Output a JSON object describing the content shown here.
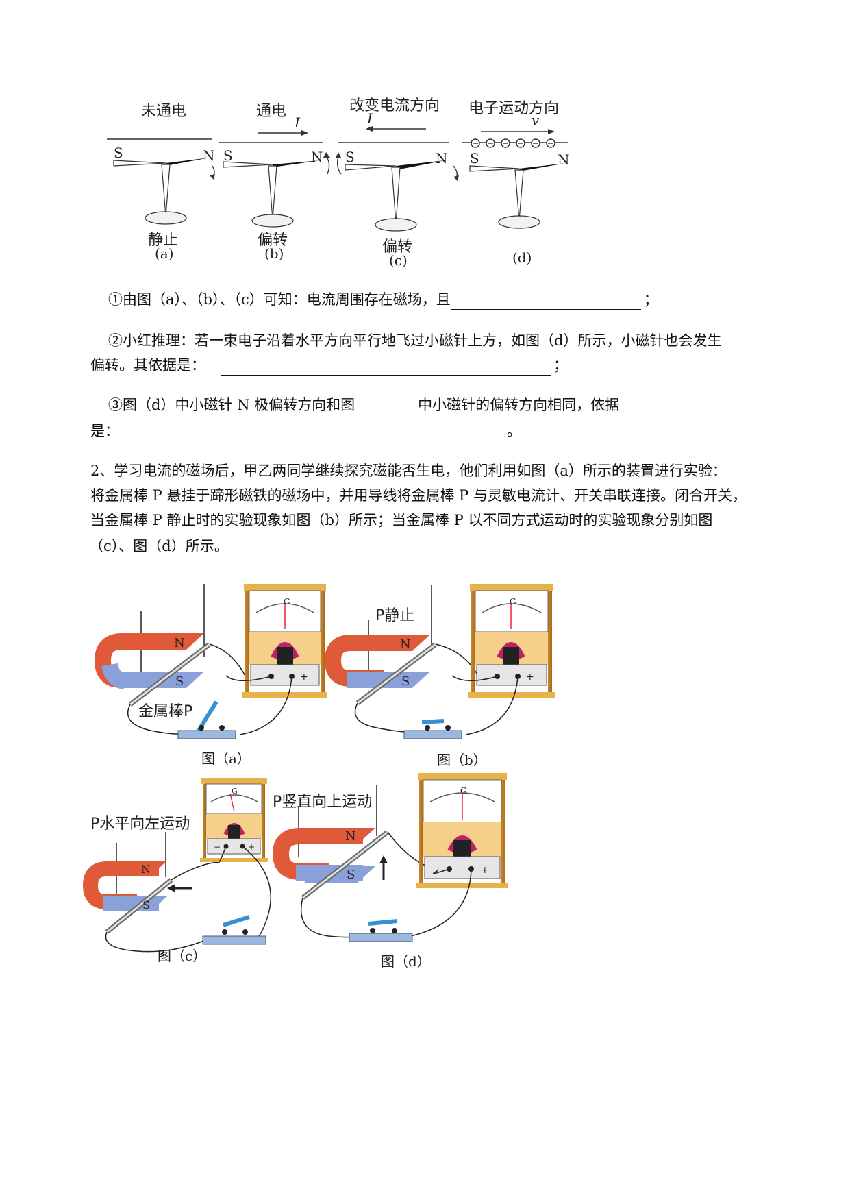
{
  "figure1": {
    "panels": [
      {
        "top": "未通电",
        "state": "静止",
        "sub": "(a)"
      },
      {
        "top": "通电",
        "current": "I",
        "state": "偏转",
        "sub": "(b)"
      },
      {
        "top": "改变电流方向",
        "current": "I",
        "state": "偏转",
        "sub": "(c)"
      },
      {
        "top": "电子运动方向",
        "velocity": "v",
        "state": "",
        "sub": "(d)"
      }
    ],
    "pole_s": "S",
    "pole_n": "N"
  },
  "questions": {
    "q1": "①由图（a）、（b）、（c）可知：电流周围存在磁场，且",
    "q1_end": "；",
    "q2_line1": "②小红推理：若一束电子沿着水平方向平行地飞过小磁针上方，如图（d）所示，小磁针也会发生",
    "q2_line2": "偏转。其依据是：",
    "q2_end": "；",
    "q3_a": "③图（d）中小磁针 N 极偏转方向和图",
    "q3_b": "中小磁针的偏转方向相同，依据",
    "q3_line2": "是：",
    "q3_end": "。"
  },
  "problem2": {
    "line1": "2、学习电流的磁场后，甲乙两同学继续探究磁能否生电，他们利用如图（a）所示的装置进行实验：",
    "line2": "将金属棒 P 悬挂于蹄形磁铁的磁场中，并用导线将金属棒 P 与灵敏电流计、开关串联连接。闭合开关，",
    "line3": "当金属棒 P 静止时的实验现象如图（b）所示；当金属棒 P 以不同方式运动时的实验现象分别如图",
    "line4": "（c）、图（d）所示。"
  },
  "figure2": {
    "label_rod": "金属棒P",
    "label_b": "P静止",
    "label_c": "P水平向左运动",
    "label_d": "P竖直向上运动",
    "cap_a": "图（a）",
    "cap_b": "图（b）",
    "cap_c": "图（c）",
    "cap_d": "图（d）",
    "meter_g": "G",
    "plus": "+",
    "minus": "−",
    "pole_n": "N",
    "pole_s": "S"
  }
}
